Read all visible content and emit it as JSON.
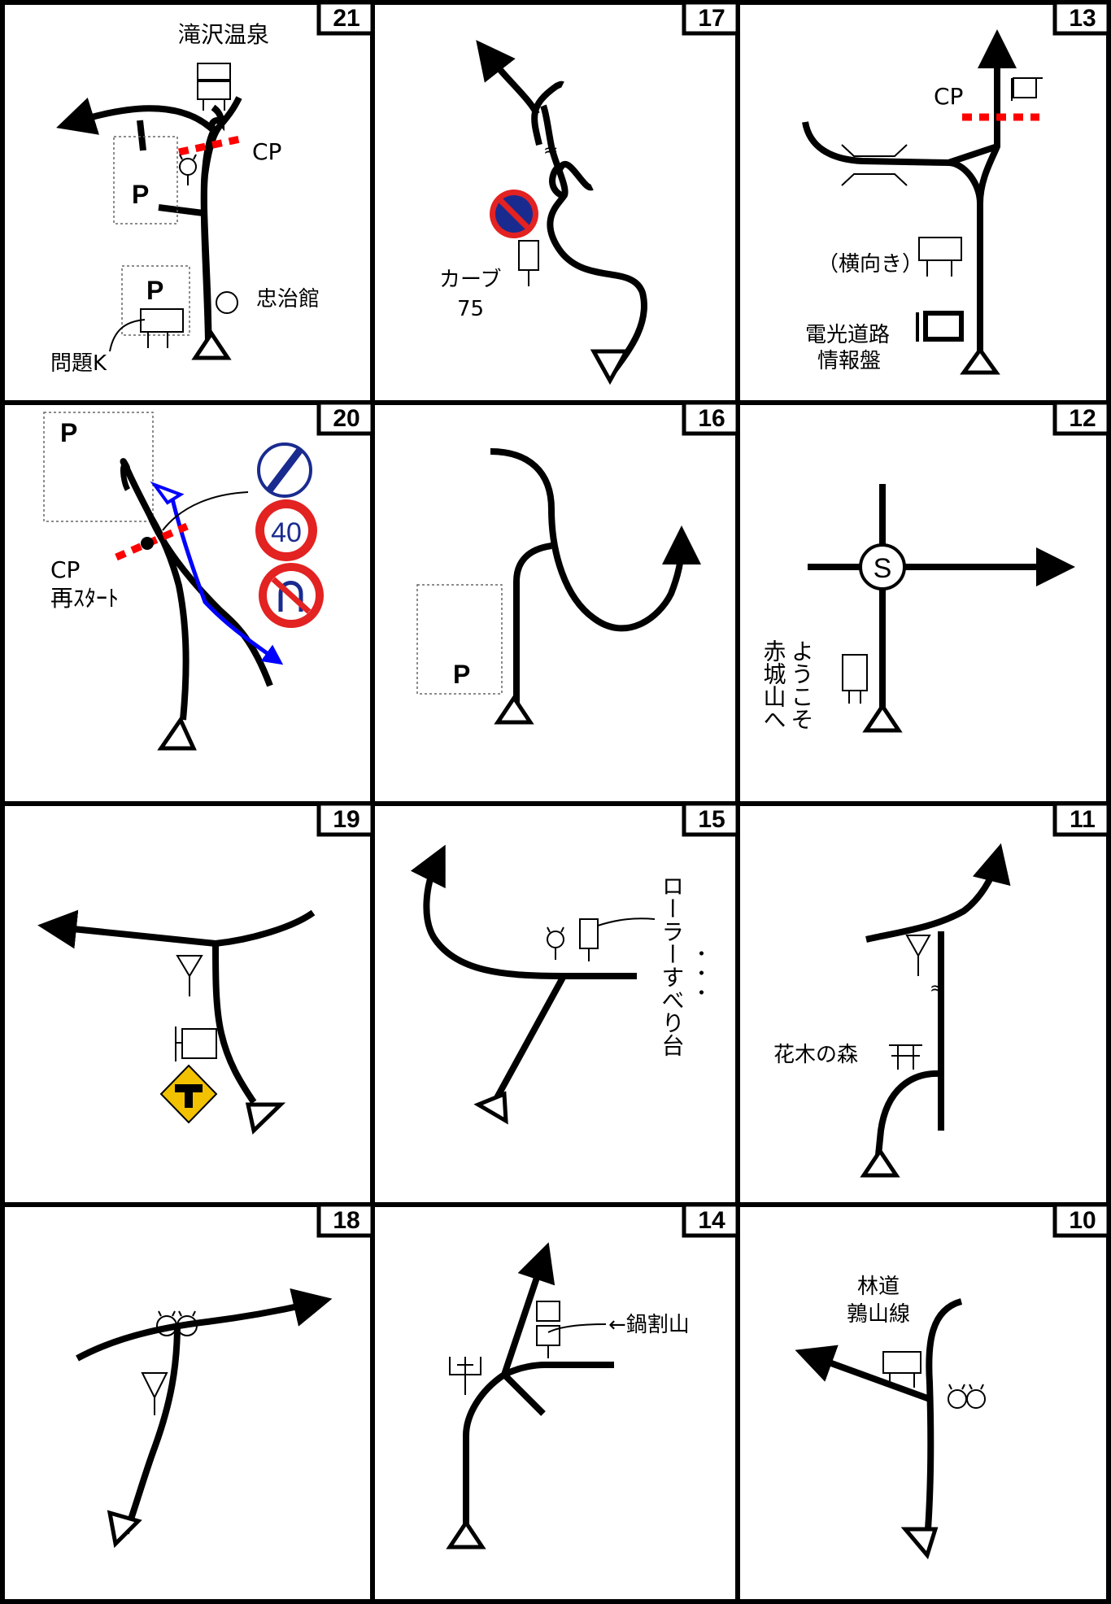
{
  "cells": {
    "c21": {
      "number": "21",
      "labels": {
        "onsen": "滝沢温泉",
        "cp": "CP",
        "p1": "P",
        "p2": "P",
        "hall": "忠治館",
        "problem": "問題K"
      }
    },
    "c17": {
      "number": "17",
      "labels": {
        "curve": "カーブ",
        "curve_no": "75"
      }
    },
    "c13": {
      "number": "13",
      "labels": {
        "cp": "CP",
        "side": "（横向き）",
        "elec1": "電光道路",
        "elec2": "情報盤"
      }
    },
    "c20": {
      "number": "20",
      "labels": {
        "p": "P",
        "cp": "CP",
        "restart": "再ｽﾀｰﾄ",
        "speed": "40"
      }
    },
    "c16": {
      "number": "16",
      "labels": {
        "p": "P"
      }
    },
    "c12": {
      "number": "12",
      "labels": {
        "start": "S",
        "col1": "ようこそ",
        "col2": "赤城山へ"
      }
    },
    "c19": {
      "number": "19",
      "labels": {}
    },
    "c15": {
      "number": "15",
      "labels": {
        "slide": "ローラーすべり台",
        "dots": "・・・"
      }
    },
    "c11": {
      "number": "11",
      "labels": {
        "forest": "花木の森"
      }
    },
    "c18": {
      "number": "18",
      "labels": {}
    },
    "c14": {
      "number": "14",
      "labels": {
        "mountain": "←鍋割山"
      }
    },
    "c10": {
      "number": "10",
      "labels": {
        "road1": "林道",
        "road2": "鶉山線"
      }
    }
  },
  "colors": {
    "road": "#000000",
    "cp": "#ff0000",
    "route": "#0000ff",
    "sign_red": "#e32222",
    "sign_blue": "#1a2b8f",
    "sign_yellow": "#f2c200"
  },
  "icons": [
    "traffic-signal-icon",
    "signboard-icon",
    "no-parking-sign-icon",
    "speed-limit-sign-icon",
    "no-u-turn-sign-icon",
    "t-junction-sign-icon",
    "parking-area-icon",
    "start-circle-icon"
  ]
}
